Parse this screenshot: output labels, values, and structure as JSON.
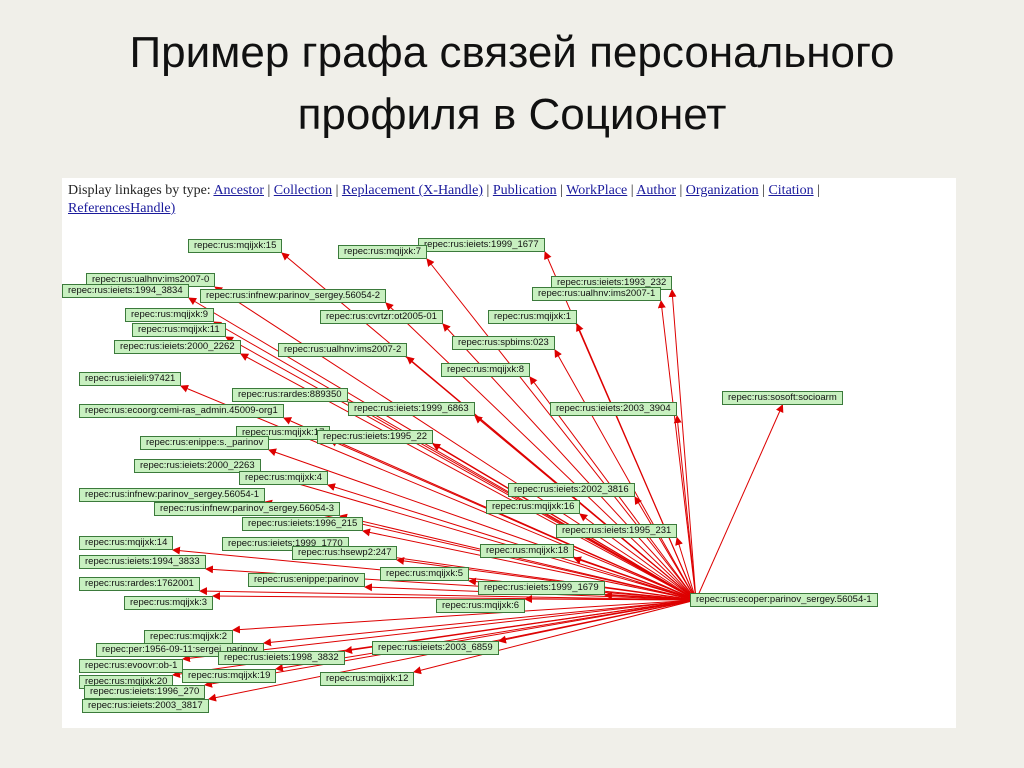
{
  "slide": {
    "title_line1": "Пример графа связей персонального",
    "title_line2": "профиля в Соционет"
  },
  "linkbar": {
    "prefix": "Display linkages by type:",
    "links": [
      "Ancestor",
      "Collection",
      "Replacement (X-Handle)",
      "Publication",
      "WorkPlace",
      "Author",
      "Organization",
      "Citation",
      "ReferencesHandle)"
    ]
  },
  "colors": {
    "edge": "#dd0000",
    "node_fill": "#c8f0c0",
    "node_border": "#3b7a3b",
    "link": "#1a1a9c"
  },
  "graph": {
    "hub": "repec:rus:ecoper:parinov_sergey.56054-1",
    "nodes": [
      "repec:rus:ieiets:1999_1677",
      "repec:rus:mqijxk:15",
      "repec:rus:mqijxk:7",
      "repec:rus:ualhnv:ims2007-0",
      "repec:rus:ieiets:1994_3834",
      "repec:rus:infnew:parinov_sergey.56054-2",
      "repec:rus:ieiets:1993_232",
      "repec:rus:ualhnv:ims2007-1",
      "repec:rus:mqijxk:9",
      "repec:rus:mqijxk:11",
      "repec:rus:cvrtzr:ot2005-01",
      "repec:rus:mqijxk:1",
      "repec:rus:ieiets:2000_2262",
      "repec:rus:ualhnv:ims2007-2",
      "repec:rus:spbims:023",
      "repec:rus:mqijxk:8",
      "repec:rus:ieieli:97421",
      "repec:rus:rardes:889350",
      "repec:rus:sosoft:socioarm",
      "repec:rus:ecoorg:cemi-ras_admin.45009-org1",
      "repec:rus:ieiets:1999_6863",
      "repec:rus:ieiets:2003_3904",
      "repec:rus:mqijxk:17",
      "repec:rus:ieiets:1995_22",
      "repec:rus:enippe:s._parinov",
      "repec:rus:ieiets:2000_2263",
      "repec:rus:mqijxk:4",
      "repec:rus:ieiets:2002_3816",
      "repec:rus:infnew:parinov_sergey.56054-1",
      "repec:rus:mqijxk:16",
      "repec:rus:infnew:parinov_sergey.56054-3",
      "repec:rus:ieiets:1996_215",
      "repec:rus:ieiets:1995_231",
      "repec:rus:mqijxk:14",
      "repec:rus:ieiets:1999_1770",
      "repec:rus:hsewp2:247",
      "repec:rus:mqijxk:18",
      "repec:rus:ieiets:1994_3833",
      "repec:rus:mqijxk:5",
      "repec:rus:rardes:1762001",
      "repec:rus:enippe:parinov",
      "repec:rus:ieiets:1999_1679",
      "repec:rus:mqijxk:3",
      "repec:rus:mqijxk:6",
      "repec:rus:mqijxk:2",
      "repec:per:1956-09-11:sergei_parinov",
      "repec:rus:ieiets:1998_3832",
      "repec:rus:ieiets:2003_6859",
      "repec:rus:evoovr:ob-1",
      "repec:rus:mqijxk:19",
      "repec:rus:mqijxk:20",
      "repec:rus:mqijxk:12",
      "repec:rus:ieiets:1996_270",
      "repec:rus:ieiets:2003_3817"
    ]
  }
}
